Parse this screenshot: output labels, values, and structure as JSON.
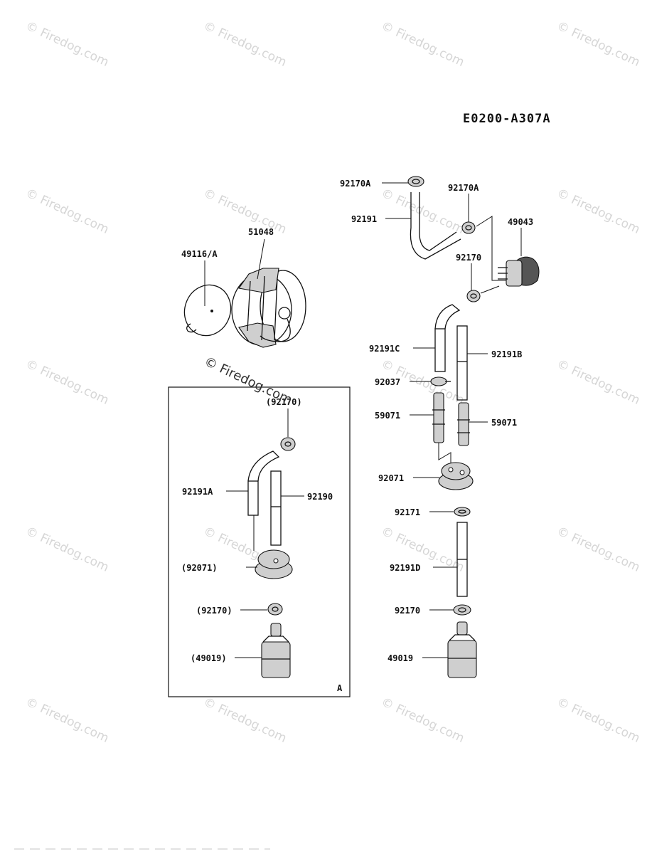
{
  "diagram_code": "E0200-A307A",
  "watermark_text": "© Firedog.com",
  "inset_box_label": "A",
  "labels": {
    "l_92170A_a": "92170A",
    "l_92170A_b": "92170A",
    "l_92191": "92191",
    "l_49043": "49043",
    "l_92170": "92170",
    "l_51048": "51048",
    "l_49116A": "49116/A",
    "l_92191C": "92191C",
    "l_92191B": "92191B",
    "l_92037": "92037",
    "l_59071_a": "59071",
    "l_59071_b": "59071",
    "l_92071": "92071",
    "l_92171": "92171",
    "l_92191D": "92191D",
    "l_92170_b": "92170",
    "l_49019": "49019",
    "l_p92170_top": "(92170)",
    "l_92191A": "92191A",
    "l_92190": "92190",
    "l_p92071": "(92071)",
    "l_p92170_mid": "(92170)",
    "l_p49019": "(49019)"
  }
}
